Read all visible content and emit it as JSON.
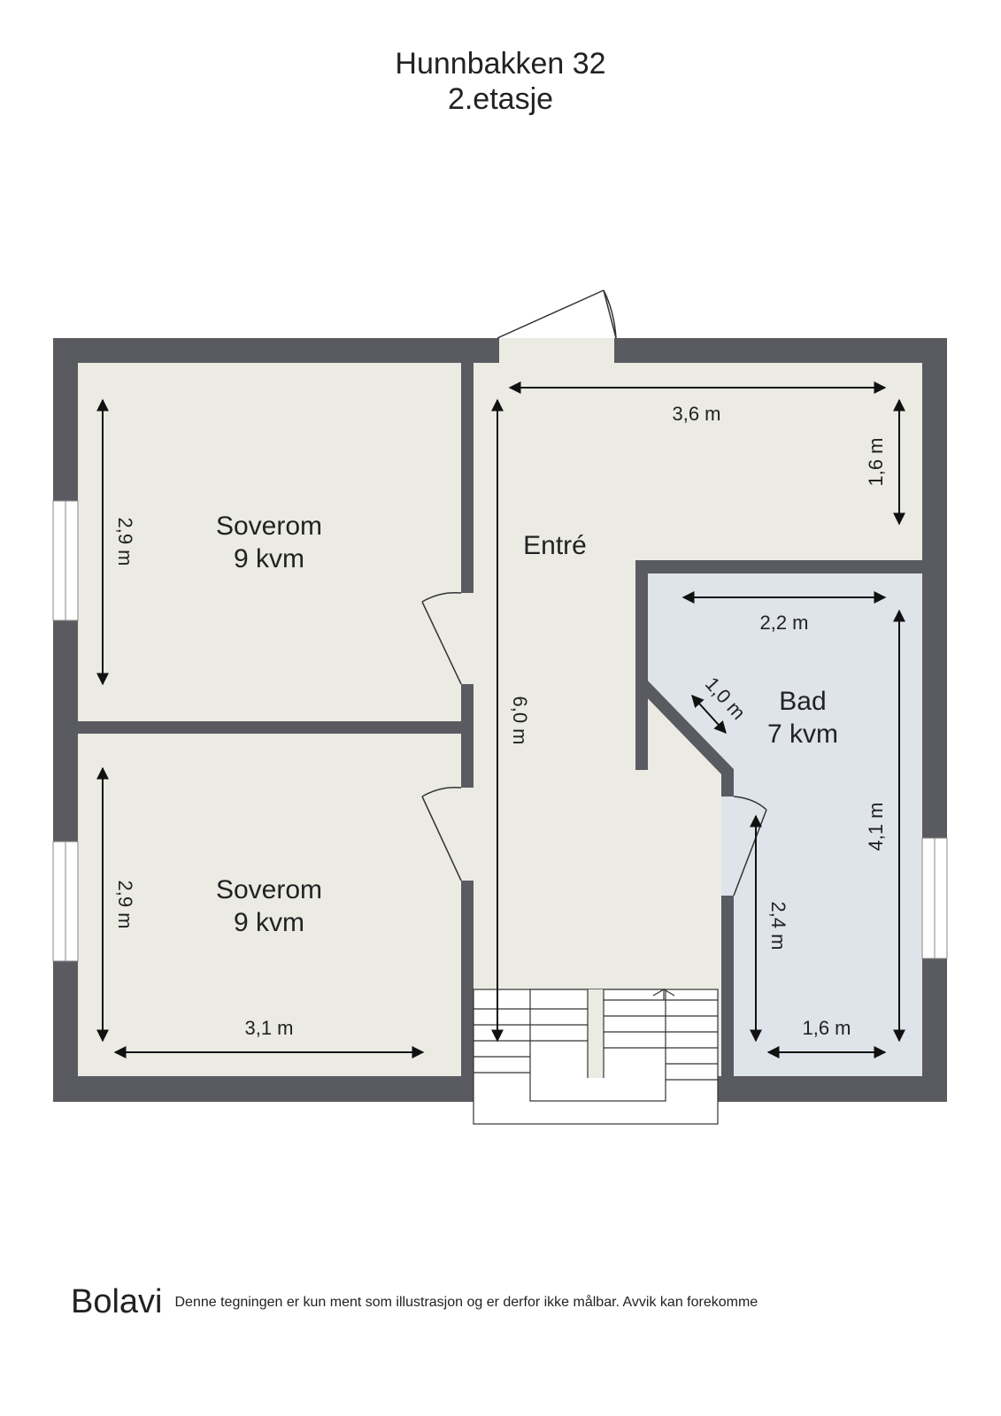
{
  "title": {
    "address": "Hunnbakken 32",
    "floor": "2.etasje"
  },
  "rooms": [
    {
      "name": "Soverom",
      "area": "9 kvm"
    },
    {
      "name": "Soverom",
      "area": "9 kvm"
    },
    {
      "name": "Entré"
    },
    {
      "name": "Bad",
      "area": "7 kvm"
    }
  ],
  "dimensions": {
    "entre_width": "3,6 m",
    "entre_depth": "1,6 m",
    "entre_length": "6,0 m",
    "soverom1_height": "2,9 m",
    "soverom2_height": "2,9 m",
    "soverom2_width": "3,1 m",
    "bad_top_width": "2,2 m",
    "bad_diag": "1,0 m",
    "bad_height": "4,1 m",
    "bad_lower_height": "2,4 m",
    "bad_bottom_width": "1,6 m"
  },
  "colors": {
    "wall": "#5a5b60",
    "floor": "#ebebe4",
    "bath_floor": "#dfe3ea"
  },
  "footer": {
    "logo": "Bolavi",
    "disclaimer": "Denne tegningen er kun ment som illustrasjon og er derfor ikke målbar. Avvik kan forekomme"
  }
}
